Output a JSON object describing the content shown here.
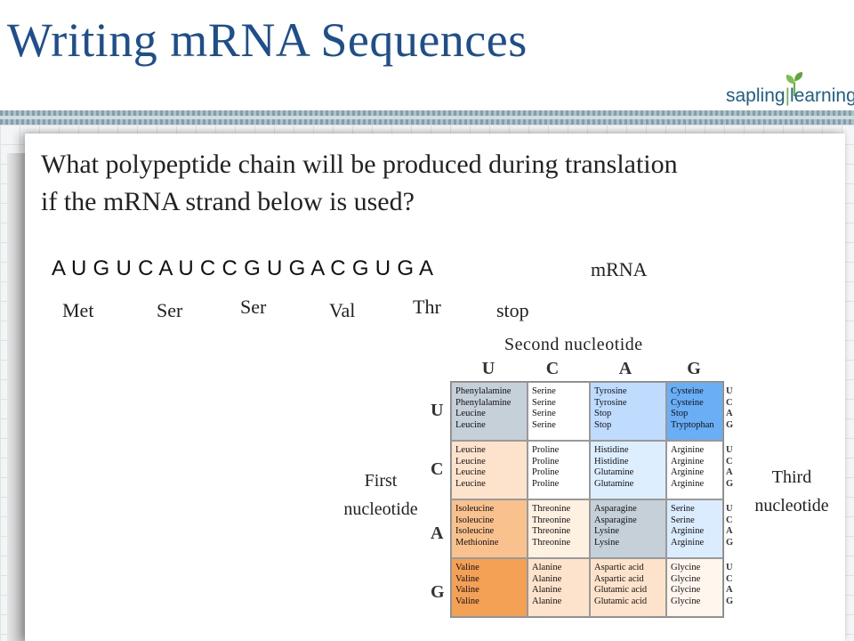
{
  "slide": {
    "title": "Writing mRNA Sequences",
    "logo": {
      "text_1": "sapling",
      "text_2": "learning"
    },
    "question": {
      "line1": "What polypeptide chain will be produced during translation",
      "line2": "if  the mRNA strand below is used?"
    },
    "sequence": "A U G U C A U C C G U G A C G U G A",
    "sequence_label": "mRNA",
    "amino_acids": [
      "Met",
      "Ser",
      "Ser",
      "Val",
      "Thr",
      "stop"
    ],
    "second_nucleotide_label": "Second nucleotide",
    "first_nucleotide_label": [
      "First",
      "nucleotide"
    ],
    "third_nucleotide_label": [
      "Third",
      "nucleotide"
    ]
  },
  "codon_table": {
    "columns": [
      "U",
      "C",
      "A",
      "G"
    ],
    "rows": [
      "U",
      "C",
      "A",
      "G"
    ],
    "third_letters": [
      "U",
      "C",
      "A",
      "G"
    ],
    "colors": {
      "UU": "#c6d0d9",
      "UC": "#ffffff",
      "UA": "#bfdcff",
      "UG": "#6aaef5",
      "CU": "#fde3cc",
      "CC": "#ffffff",
      "CA": "#ddeeff",
      "CG": "#ffffff",
      "AU": "#f8c18e",
      "AC": "#fff1e2",
      "AA": "#c6d0d9",
      "AG": "#dcecff",
      "GU": "#f4a055",
      "GC": "#fde3cc",
      "GA": "#fde3cc",
      "GG": "#fff6ee"
    },
    "cells": [
      [
        [
          "Phenylalamine",
          "Phenylalamine",
          "Leucine",
          "Leucine"
        ],
        [
          "Serine",
          "Serine",
          "Serine",
          "Serine"
        ],
        [
          "Tyrosine",
          "Tyrosine",
          "Stop",
          "Stop"
        ],
        [
          "Cysteine",
          "Cysteine",
          "Stop",
          "Tryptophan"
        ]
      ],
      [
        [
          "Leucine",
          "Leucine",
          "Leucine",
          "Leucine"
        ],
        [
          "Proline",
          "Proline",
          "Proline",
          "Proline"
        ],
        [
          "Histidine",
          "Histidine",
          "Glutamine",
          "Glutamine"
        ],
        [
          "Arginine",
          "Arginine",
          "Arginine",
          "Arginine"
        ]
      ],
      [
        [
          "Isoleucine",
          "Isoleucine",
          "Isoleucine",
          "Methionine"
        ],
        [
          "Threonine",
          "Threonine",
          "Threonine",
          "Threonine"
        ],
        [
          "Asparagine",
          "Asparagine",
          "Lysine",
          "Lysine"
        ],
        [
          "Serine",
          "Serine",
          "Arginine",
          "Arginine"
        ]
      ],
      [
        [
          "Valine",
          "Valine",
          "Valine",
          "Valine"
        ],
        [
          "Alanine",
          "Alanine",
          "Alanine",
          "Alanine"
        ],
        [
          "Aspartic acid",
          "Aspartic acid",
          "Glutamic acid",
          "Glutamic acid"
        ],
        [
          "Glycine",
          "Glycine",
          "Glycine",
          "Glycine"
        ]
      ]
    ]
  }
}
